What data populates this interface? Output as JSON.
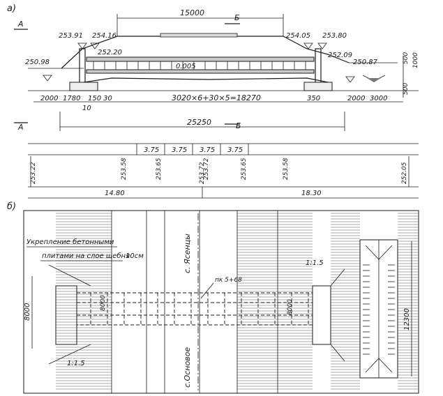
{
  "section_a": {
    "label": "а)",
    "marker_a_top": "А",
    "marker_a_bottom": "А",
    "marker_b_top": "Б",
    "marker_b_bottom": "Б",
    "span_top": "15000",
    "elev_left_1": "253.91",
    "elev_left_2": "254.16",
    "elev_left_3": "252.20",
    "elev_left_4": "250.98",
    "elev_right_1": "254.05",
    "elev_right_2": "253.80",
    "elev_right_3": "252.09",
    "elev_right_4": "250.87",
    "slope": "0.005",
    "dim_2000_left": "2000",
    "dim_1780": "1780",
    "dim_150": "150",
    "dim_30": "30",
    "dim_10": "10",
    "formula": "3020×6+30×5=18270",
    "dim_350": "350",
    "dim_2000_right": "2000",
    "dim_3000": "3000",
    "dim_500_a": "500",
    "dim_1000": "1000",
    "dim_500_b": "500",
    "total": "25250"
  },
  "profile_table": {
    "spacings": [
      "3.75",
      "3.75",
      "3.75",
      "3.75"
    ],
    "ground_marks": [
      "253.58",
      "253.65",
      "253.72",
      "253.65",
      "253.58"
    ],
    "ground_marks_2": [
      "253.22",
      "253.72",
      "252.05"
    ],
    "lengths": [
      "14.80",
      "18.30"
    ]
  },
  "plan_b": {
    "label": "б)",
    "note_line1": "Укрепление бетонными",
    "note_line2": "плитами на слое щебня",
    "note_thickness": "10см",
    "axis_top": "с. Ясенцы",
    "axis_bottom": "с.Основое",
    "pk": "пк 5+68",
    "slope_left": "1:1.5",
    "slope_right": "1:1.5",
    "dim_left": "8000",
    "dim_mid": "8000",
    "dim_right": "12300"
  }
}
